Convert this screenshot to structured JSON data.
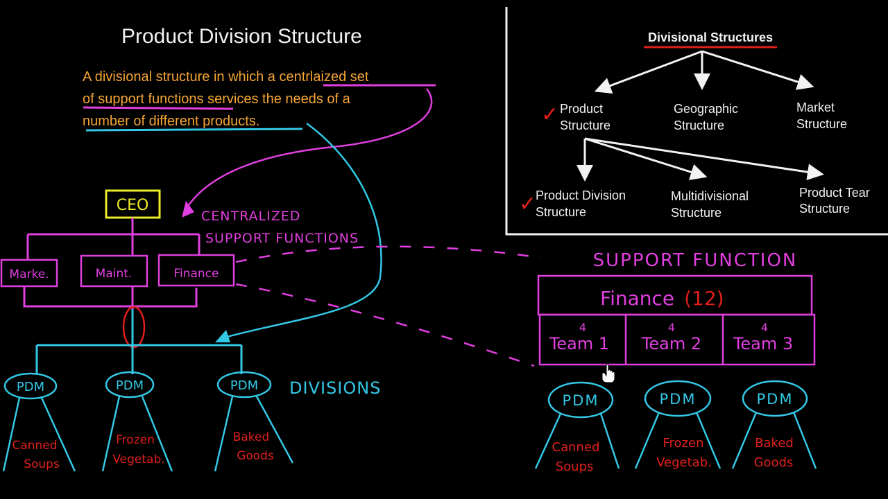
{
  "title": "Product Division Structure",
  "definition": {
    "line1_a": "A divisional structure in which a ",
    "line1_b": "centrlaized set",
    "line2_a": "of support functions",
    "line2_b": " services the needs of a",
    "line3": "number of different products."
  },
  "left_chart": {
    "ceo": "CEO",
    "centralized_label_1": "CENTRALIZED",
    "centralized_label_2": "SUPPORT FUNCTIONS",
    "support_units": [
      "Marke.",
      "Maint.",
      "Finance"
    ],
    "divisions_label": "DIVISIONS",
    "pdm_label": "PDM",
    "products": [
      {
        "line1": "Canned",
        "line2": "Soups"
      },
      {
        "line1": "Frozen",
        "line2": "Vegetab."
      },
      {
        "line1": "Baked",
        "line2": "Goods"
      }
    ]
  },
  "taxonomy": {
    "root": "Divisional Structures",
    "level1": [
      {
        "line1": "Product",
        "line2": "Structure",
        "checked": true
      },
      {
        "line1": "Geographic",
        "line2": "Structure",
        "checked": false
      },
      {
        "line1": "Market",
        "line2": "Structure",
        "checked": false
      }
    ],
    "level2": [
      {
        "line1": "Product Division",
        "line2": "Structure",
        "checked": true
      },
      {
        "line1": "Multidivisional",
        "line2": "Structure",
        "checked": false
      },
      {
        "line1": "Product Tear",
        "line2": "Structure",
        "checked": false
      }
    ],
    "check_mark": "✓"
  },
  "right_chart": {
    "heading": "SUPPORT FUNCTION",
    "finance": "Finance",
    "finance_count": "(12)",
    "teams": [
      {
        "label": "Team 1",
        "count": "4"
      },
      {
        "label": "Team 2",
        "count": "4"
      },
      {
        "label": "Team 3",
        "count": "4"
      }
    ],
    "pdm_label": "PDM",
    "products": [
      {
        "line1": "Canned",
        "line2": "Soups"
      },
      {
        "line1": "Frozen",
        "line2": "Vegetab."
      },
      {
        "line1": "Baked",
        "line2": "Goods"
      }
    ]
  },
  "colors": {
    "magenta": "#e23fe0",
    "cyan": "#33c9e6",
    "yellow": "#eded2a",
    "red": "#e0201c",
    "orange": "#f4a534",
    "white": "#f2f2f2"
  }
}
